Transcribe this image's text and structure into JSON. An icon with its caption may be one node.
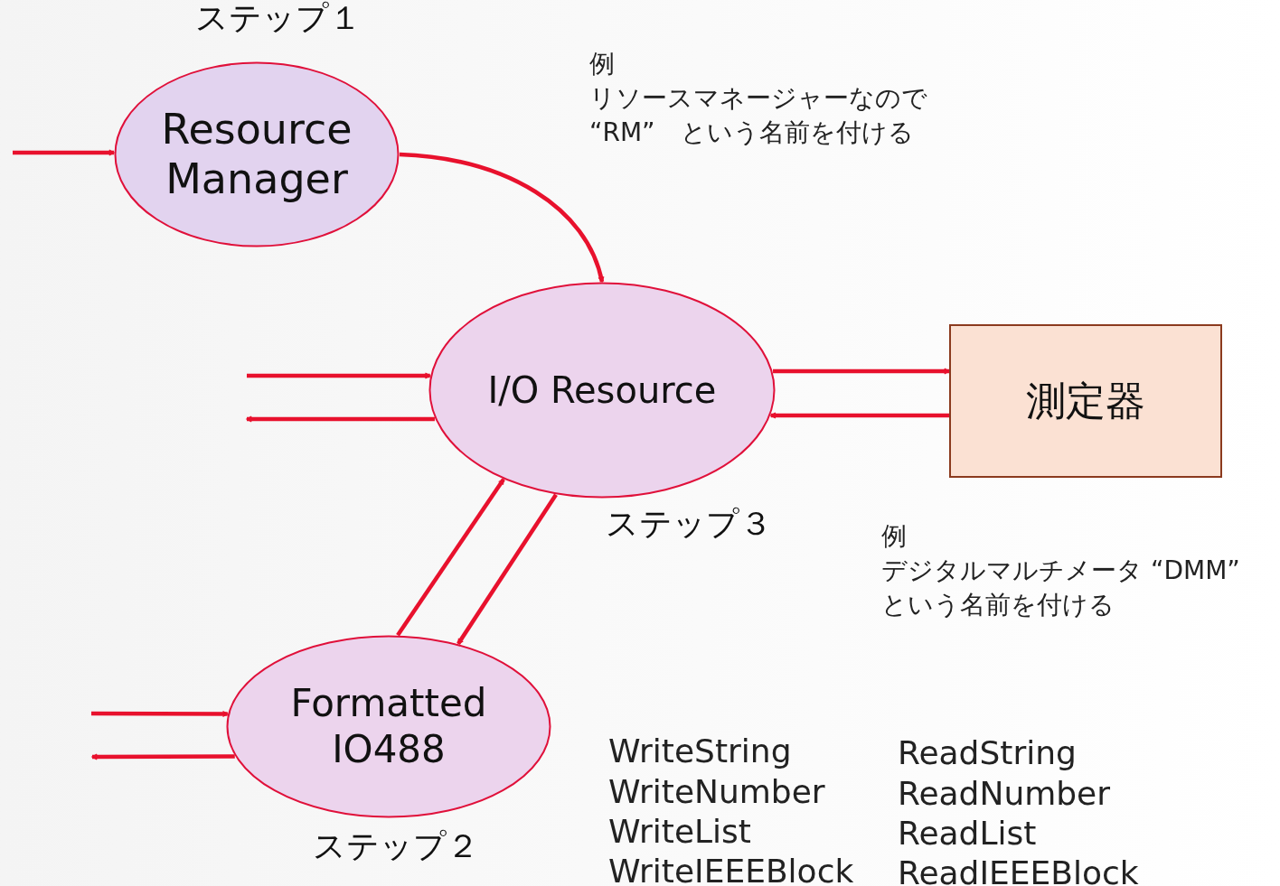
{
  "diagram": {
    "nodes": [
      {
        "text": [
          "Resource Manager"
        ],
        "beside": [
          "ステップ１"
        ]
      },
      {
        "text": [
          "I/O Resource"
        ],
        "beside": [
          "ステップ３"
        ]
      },
      {
        "text": [
          "測定器"
        ]
      },
      {
        "text": [
          "Formatted IO488"
        ],
        "beside": [
          "ステップ２"
        ]
      }
    ],
    "edges": [
      {
        "from": null,
        "to": 0,
        "arrow": "to"
      },
      {
        "from": 0,
        "to": 1,
        "arrow": "to"
      },
      {
        "from": null,
        "to": 1,
        "arrow": "to"
      },
      {
        "from": 1,
        "to": null,
        "arrow": "to"
      },
      {
        "from": 1,
        "to": 2,
        "arrow": "to"
      },
      {
        "from": 2,
        "to": 1,
        "arrow": "to"
      },
      {
        "from": 3,
        "to": 1,
        "arrow": "to"
      },
      {
        "from": 1,
        "to": 3,
        "arrow": "to"
      },
      {
        "from": null,
        "to": 3,
        "arrow": "to"
      },
      {
        "from": 3,
        "to": null,
        "arrow": "to"
      }
    ],
    "labels": [
      "例",
      "リソースマネージャーなので “RM”　という名前を付ける",
      "例",
      "デジタルマルチメータ “DMM” という名前を付ける",
      "WriteString",
      "ReadString",
      "WriteNumber",
      "ReadNumber",
      "WriteList",
      "ReadList",
      "WriteIEEEBlock",
      "ReadIEEEBlock"
    ]
  }
}
